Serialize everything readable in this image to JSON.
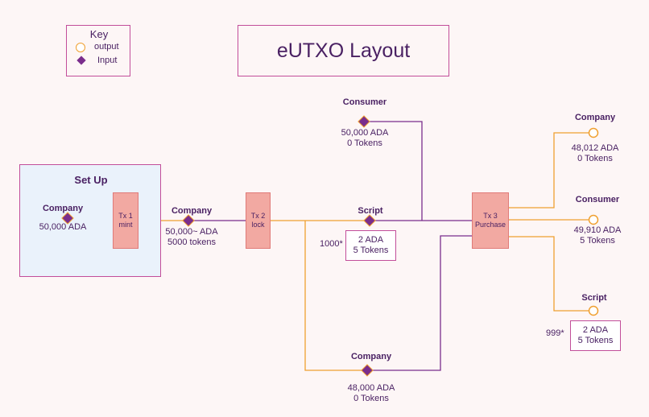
{
  "title": "eUTXO Layout",
  "key": {
    "title": "Key",
    "output_label": "output",
    "input_label": "Input",
    "output_icon": "circle-outline-icon",
    "input_icon": "diamond-icon"
  },
  "colors": {
    "output": "#f0a030",
    "input": "#7a2d8c",
    "frame": "#c24e9a",
    "tx_fill": "#f2a9a2",
    "setup_fill": "#eaf2fb",
    "text": "#4a2163"
  },
  "setup": {
    "title": "Set Up"
  },
  "transactions": [
    {
      "id": "tx1",
      "lines": [
        "Tx 1",
        "mint"
      ]
    },
    {
      "id": "tx2",
      "lines": [
        "Tx 2",
        "lock"
      ]
    },
    {
      "id": "tx3",
      "lines": [
        "Tx 3",
        "Purchase"
      ]
    }
  ],
  "nodes": {
    "setup_company": {
      "name": "Company",
      "amount": "50,000 ADA"
    },
    "tx1_output": {
      "name": "Company",
      "line1": "50,000~ ADA",
      "line2": "5000 tokens"
    },
    "script_locked": {
      "name": "Script",
      "mark": "1000*",
      "line1": "2 ADA",
      "line2": "5 Tokens"
    },
    "consumer_in": {
      "name": "Consumer",
      "line1": "50,000 ADA",
      "line2": "0 Tokens"
    },
    "company_change": {
      "name": "Company",
      "line1": "48,000 ADA",
      "line2": "0 Tokens"
    },
    "out_company": {
      "name": "Company",
      "line1": "48,012 ADA",
      "line2": "0 Tokens"
    },
    "out_consumer": {
      "name": "Consumer",
      "line1": "49,910 ADA",
      "line2": "5 Tokens"
    },
    "out_script": {
      "name": "Script",
      "mark": "999*",
      "line1": "2 ADA",
      "line2": "5 Tokens"
    }
  }
}
